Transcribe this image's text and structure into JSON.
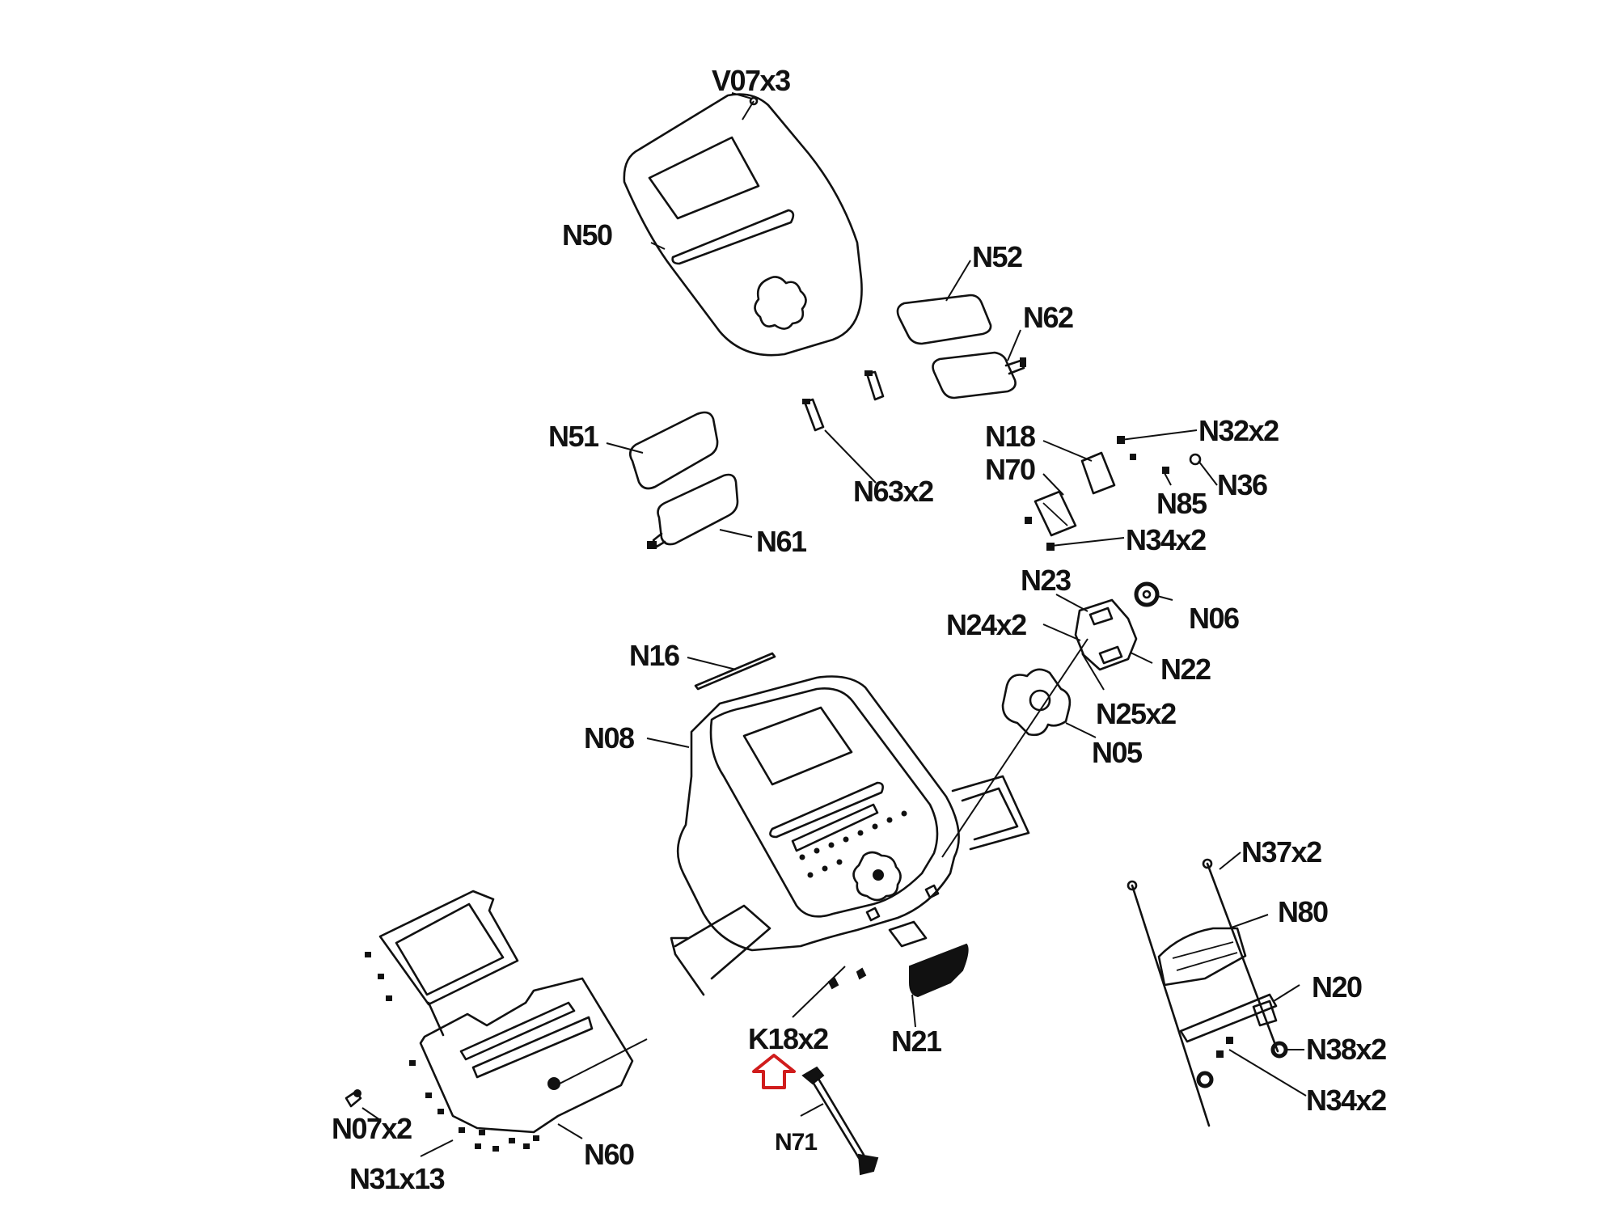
{
  "diagram": {
    "type": "exploded-parts-diagram",
    "subject": "console assembly",
    "highlight_color": "#d01c1c",
    "highlighted_part": "K18x2",
    "labels": {
      "v07": "V07x3",
      "n50": "N50",
      "n52": "N52",
      "n62": "N62",
      "n51": "N51",
      "n63": "N63x2",
      "n61": "N61",
      "n18": "N18",
      "n70": "N70",
      "n32": "N32x2",
      "n85": "N85",
      "n36": "N36",
      "n34_top": "N34x2",
      "n23": "N23",
      "n24": "N24x2",
      "n06": "N06",
      "n22": "N22",
      "n25": "N25x2",
      "n05": "N05",
      "n16": "N16",
      "n08": "N08",
      "n37": "N37x2",
      "n80": "N80",
      "n20": "N20",
      "n38": "N38x2",
      "n34_bottom": "N34x2",
      "k18": "K18x2",
      "n21": "N21",
      "n71": "N71",
      "n07": "N07x2",
      "n60": "N60",
      "n31": "N31x13"
    }
  }
}
